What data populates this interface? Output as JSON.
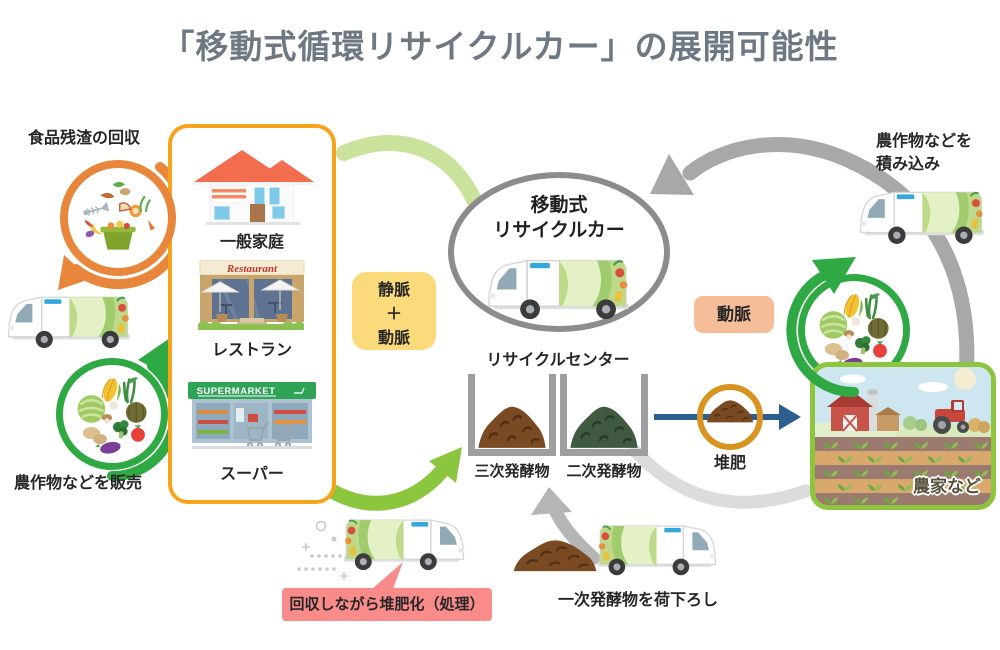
{
  "title": "「移動式循環リサイクルカー」の展開可能性",
  "left_cycle": {
    "collect_label": "食品残渣の回収",
    "sell_label": "農作物などを販売"
  },
  "sources": {
    "household_label": "一般家庭",
    "restaurant_label": "レストラン",
    "restaurant_sign": "Restaurant",
    "supermarket_label": "スーパー",
    "supermarket_sign": "SUPERMARKET"
  },
  "flows": {
    "vein_artery": [
      "静脈",
      "＋",
      "動脈"
    ],
    "artery": "動脈"
  },
  "mobile_car": {
    "line1": "移動式",
    "line2": "リサイクルカー"
  },
  "recycle_center": {
    "title": "リサイクルセンター",
    "tertiary_label": "三次発酵物",
    "secondary_label": "二次発酵物",
    "compost_label": "堆肥"
  },
  "right_cycle": {
    "load_line1": "農作物などを",
    "load_line2": "積み込み",
    "farm_label": "農家など"
  },
  "bottom_flow": {
    "process_label": "回収しながら堆肥化（処理）",
    "unload_label": "一次発酵物を荷下ろし"
  },
  "colors": {
    "title_gray": "#6E7882",
    "orange_box_border": "#F7A41D",
    "orange_cycle_arrow": "#E8863B",
    "green_cycle_arrow": "#2FA943",
    "lime_arrow": "#8CC63F",
    "light_green_arc": "#CBE29C",
    "gray_arrow": "#A8A8A8",
    "vein_badge_bg": "#FBDA7B",
    "artery_badge_bg": "#F5BE98",
    "process_label_bg": "#F98B8B",
    "compost_arrow_blue": "#2D5F8E",
    "compost_ring": "#D9941F",
    "farm_border": "#8DC63E"
  }
}
